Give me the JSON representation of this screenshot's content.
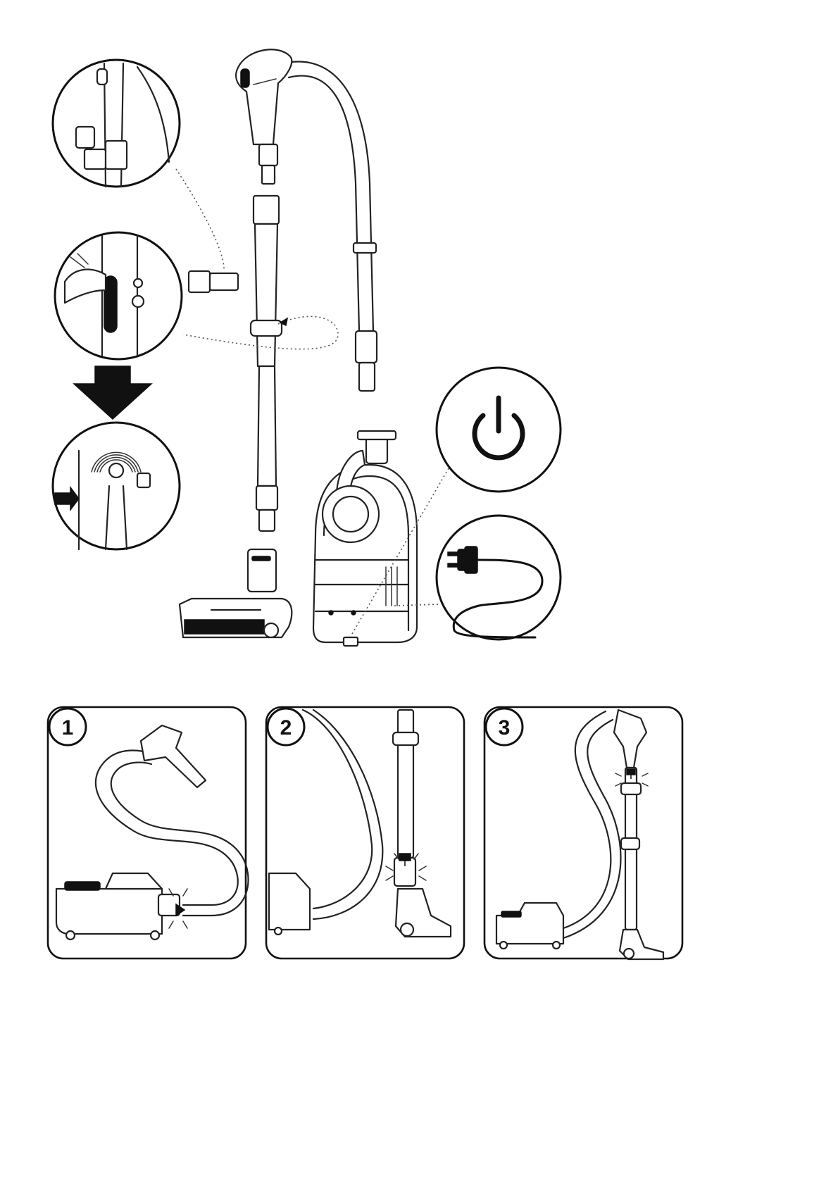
{
  "steps": [
    {
      "number": "1"
    },
    {
      "number": "2"
    },
    {
      "number": "3"
    }
  ],
  "icons": {
    "power": "power-icon",
    "plug": "plug-icon",
    "release_arrow": "arrow-down-icon"
  }
}
